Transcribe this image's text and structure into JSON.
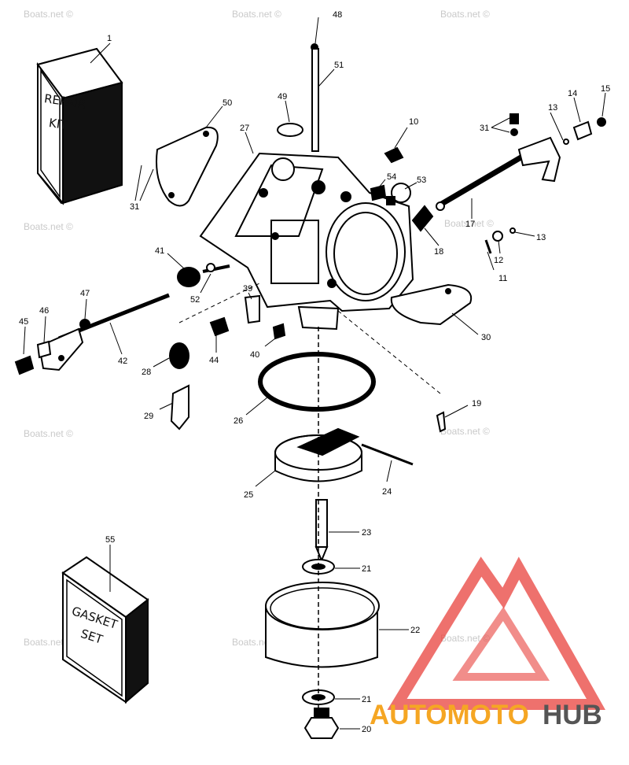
{
  "watermark": "Boats.net ©",
  "repair_kit": {
    "line1": "REPAIR",
    "line2": "KIT"
  },
  "gasket_set": {
    "line1": "GASKET",
    "line2": "SET"
  },
  "brand": {
    "part1": "AUTOMOTO",
    "part2": "HUB",
    "color_orange": "#f5a623",
    "color_gray": "#555555",
    "color_logo": "#e8413c"
  },
  "callouts": [
    {
      "id": "1",
      "label": "1"
    },
    {
      "id": "48",
      "label": "48"
    },
    {
      "id": "51",
      "label": "51"
    },
    {
      "id": "50",
      "label": "50"
    },
    {
      "id": "27",
      "label": "27"
    },
    {
      "id": "49",
      "label": "49"
    },
    {
      "id": "10",
      "label": "10"
    },
    {
      "id": "31a",
      "label": "31"
    },
    {
      "id": "13a",
      "label": "13"
    },
    {
      "id": "14",
      "label": "14"
    },
    {
      "id": "15",
      "label": "15"
    },
    {
      "id": "31b",
      "label": "31"
    },
    {
      "id": "54",
      "label": "54"
    },
    {
      "id": "53",
      "label": "53"
    },
    {
      "id": "17",
      "label": "17"
    },
    {
      "id": "13b",
      "label": "13"
    },
    {
      "id": "18",
      "label": "18"
    },
    {
      "id": "12",
      "label": "12"
    },
    {
      "id": "11",
      "label": "11"
    },
    {
      "id": "41",
      "label": "41"
    },
    {
      "id": "52",
      "label": "52"
    },
    {
      "id": "47",
      "label": "47"
    },
    {
      "id": "39",
      "label": "39"
    },
    {
      "id": "30",
      "label": "30"
    },
    {
      "id": "45",
      "label": "45"
    },
    {
      "id": "46",
      "label": "46"
    },
    {
      "id": "42",
      "label": "42"
    },
    {
      "id": "28",
      "label": "28"
    },
    {
      "id": "44",
      "label": "44"
    },
    {
      "id": "40",
      "label": "40"
    },
    {
      "id": "29",
      "label": "29"
    },
    {
      "id": "26",
      "label": "26"
    },
    {
      "id": "19",
      "label": "19"
    },
    {
      "id": "25",
      "label": "25"
    },
    {
      "id": "24",
      "label": "24"
    },
    {
      "id": "55",
      "label": "55"
    },
    {
      "id": "23",
      "label": "23"
    },
    {
      "id": "21a",
      "label": "21"
    },
    {
      "id": "22",
      "label": "22"
    },
    {
      "id": "21b",
      "label": "21"
    },
    {
      "id": "20",
      "label": "20"
    }
  ]
}
